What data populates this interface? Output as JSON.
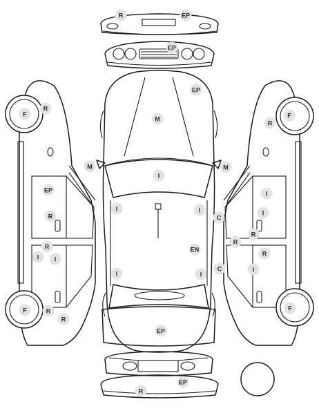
{
  "diagram": {
    "markers": [
      {
        "id": "front-bumper-r",
        "code": "R"
      },
      {
        "id": "front-bumper-ep",
        "code": "EP"
      },
      {
        "id": "grille-ep",
        "code": "EP"
      },
      {
        "id": "hood-ep",
        "code": "EP"
      },
      {
        "id": "hood-m",
        "code": "M"
      },
      {
        "id": "mirror-left-m",
        "code": "M"
      },
      {
        "id": "mirror-right-m",
        "code": "M"
      },
      {
        "id": "windshield-i",
        "code": "I"
      },
      {
        "id": "roof-front-left-i",
        "code": "I"
      },
      {
        "id": "roof-front-right-i",
        "code": "I"
      },
      {
        "id": "roof-en",
        "code": "EN"
      },
      {
        "id": "roof-rear-left-i",
        "code": "I"
      },
      {
        "id": "roof-rear-right-i",
        "code": "I"
      },
      {
        "id": "trunk-ep",
        "code": "EP"
      },
      {
        "id": "rear-bumper-ep",
        "code": "EP"
      },
      {
        "id": "rear-bumper-r",
        "code": "R"
      },
      {
        "id": "left-front-wheel-f",
        "code": "F"
      },
      {
        "id": "left-front-wheel-r",
        "code": "R"
      },
      {
        "id": "left-front-door-ep",
        "code": "EP"
      },
      {
        "id": "left-front-door-r",
        "code": "R"
      },
      {
        "id": "left-rear-door-r",
        "code": "R"
      },
      {
        "id": "left-rear-door-i1",
        "code": "I"
      },
      {
        "id": "left-rear-door-i2",
        "code": "I"
      },
      {
        "id": "left-rear-wheel-f",
        "code": "F"
      },
      {
        "id": "left-rear-wheel-r1",
        "code": "R"
      },
      {
        "id": "left-rear-wheel-r2",
        "code": "R"
      },
      {
        "id": "right-front-wheel-f",
        "code": "F"
      },
      {
        "id": "right-front-wheel-r",
        "code": "R"
      },
      {
        "id": "right-front-door-i1",
        "code": "I"
      },
      {
        "id": "right-front-door-i2",
        "code": "I"
      },
      {
        "id": "right-front-door-r",
        "code": "R"
      },
      {
        "id": "right-pillar-c1",
        "code": "C"
      },
      {
        "id": "right-sill-r",
        "code": "R"
      },
      {
        "id": "right-pillar-c2",
        "code": "C"
      },
      {
        "id": "right-rear-door-i",
        "code": "I"
      },
      {
        "id": "right-rear-door-r",
        "code": "R"
      },
      {
        "id": "right-rear-wheel-f",
        "code": "F"
      }
    ]
  }
}
